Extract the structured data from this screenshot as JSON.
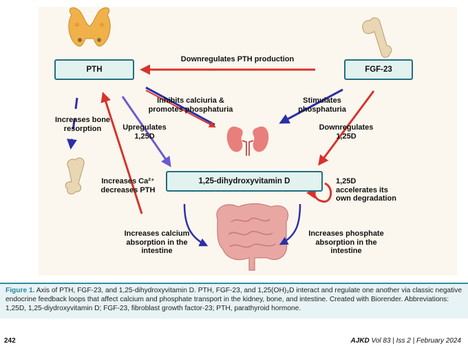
{
  "nodes": {
    "pth": "PTH",
    "fgf23": "FGF-23",
    "vitd": "1,25-dihydroxyvitamin D"
  },
  "labels": {
    "downregulates_pth": "Downregulates PTH production",
    "inhibits_calciuria": "Inhibits calciuria &\npromotes phosphaturia",
    "stimulates_phosphaturia": "Stimulates\nphosphaturia",
    "increases_bone_resorption": "Increases bone\nresorption",
    "upregulates_125d": "Upregulates\n1,25D",
    "downregulates_125d": "Downregulates\n1,25D",
    "increases_ca": "Increases Ca²⁺\ndecreases PTH",
    "accelerates": "1,25D\naccelerates its\nown degradation",
    "increases_calcium_absorption": "Increases calcium\nabsorption in the\nintestine",
    "increases_phosphate_absorption": "Increases phosphate\nabsorption in the\nintestine"
  },
  "icons": [
    "thyroid-icon",
    "bone-icon-top-right",
    "kidney-icon",
    "bone-icon-left",
    "intestine-icon"
  ],
  "colors": {
    "red_arrow": "#d8322c",
    "blue_arrow": "#2c2fa8",
    "purple_arrow": "#6a5bd0",
    "box_border": "#1f6f80",
    "box_fill": "#e2f2ef",
    "caption_accent": "#2a86a0"
  },
  "caption": {
    "label": "Figure 1.",
    "text": "Axis of PTH, FGF-23, and 1,25-dihydroxyvitamin D. PTH, FGF-23, and 1,25(OH)₂D interact and regulate one another via classic negative endocrine feedback loops that affect calcium and phosphate transport in the kidney, bone, and intestine. Created with Biorender. Abbreviations: 1,25D, 1,25-diydroxyvitamin D; FGF-23, fibroblast growth factor-23; PTH, parathyroid hormone."
  },
  "footer": {
    "page": "242",
    "journal": "AJKD",
    "issue": "Vol 83 | Iss 2 | February 2024"
  }
}
